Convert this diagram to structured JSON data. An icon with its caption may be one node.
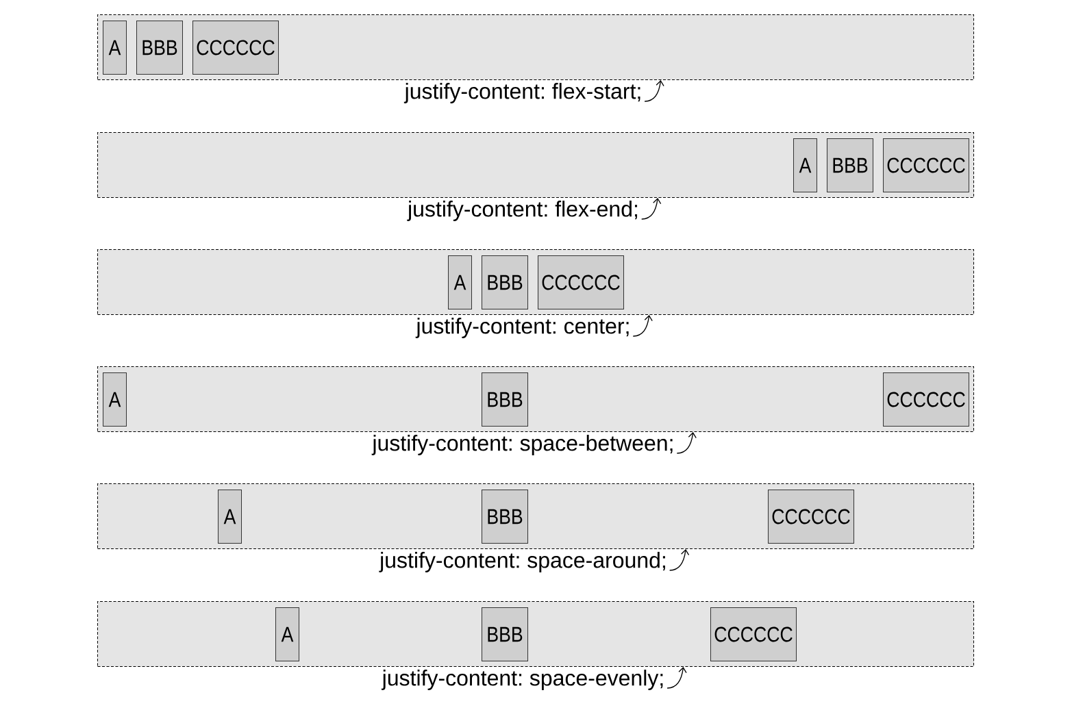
{
  "diagram": {
    "nodes": [
      {
        "text": [],
        "shape": "box"
      },
      {
        "text": [
          "A"
        ],
        "in": 0
      },
      {
        "text": [
          "BBB"
        ],
        "in": 0
      },
      {
        "text": [
          "CCCCCC"
        ],
        "in": 0
      },
      {
        "text": [
          "justify-content: flex-start;"
        ]
      },
      {
        "text": [],
        "shape": "box"
      },
      {
        "text": [
          "A"
        ],
        "in": 5
      },
      {
        "text": [
          "BBB"
        ],
        "in": 5
      },
      {
        "text": [
          "CCCCCC"
        ],
        "in": 5
      },
      {
        "text": [
          "justify-content: flex-end;"
        ]
      },
      {
        "text": [],
        "shape": "box"
      },
      {
        "text": [
          "A"
        ],
        "in": 10
      },
      {
        "text": [
          "BBB"
        ],
        "in": 10
      },
      {
        "text": [
          "CCCCCC"
        ],
        "in": 10
      },
      {
        "text": [
          "justify-content: center;"
        ]
      },
      {
        "text": [],
        "shape": "box"
      },
      {
        "text": [
          "A"
        ],
        "in": 15
      },
      {
        "text": [
          "BBB"
        ],
        "in": 15
      },
      {
        "text": [
          "CCCCCC"
        ],
        "in": 15
      },
      {
        "text": [
          "justify-content: space-between;"
        ]
      },
      {
        "text": [],
        "shape": "box"
      },
      {
        "text": [
          "A"
        ],
        "in": 20
      },
      {
        "text": [
          "BBB"
        ],
        "in": 20
      },
      {
        "text": [
          "CCCCCC"
        ],
        "in": 20
      },
      {
        "text": [
          "justify-content: space-around;"
        ]
      },
      {
        "text": [],
        "shape": "box"
      },
      {
        "text": [
          "A"
        ],
        "in": 25
      },
      {
        "text": [
          "BBB"
        ],
        "in": 25
      },
      {
        "text": [
          "CCCCCC"
        ],
        "in": 25
      },
      {
        "text": [
          "justify-content: space-evenly;"
        ]
      }
    ],
    "edges": [
      {
        "from": 4,
        "to": 0,
        "arrow": "to"
      },
      {
        "from": 9,
        "to": 5,
        "arrow": "to"
      },
      {
        "from": 14,
        "to": 10,
        "arrow": "to"
      },
      {
        "from": 19,
        "to": 15,
        "arrow": "to"
      },
      {
        "from": 24,
        "to": 20,
        "arrow": "to"
      },
      {
        "from": 29,
        "to": 25,
        "arrow": "to"
      }
    ]
  }
}
